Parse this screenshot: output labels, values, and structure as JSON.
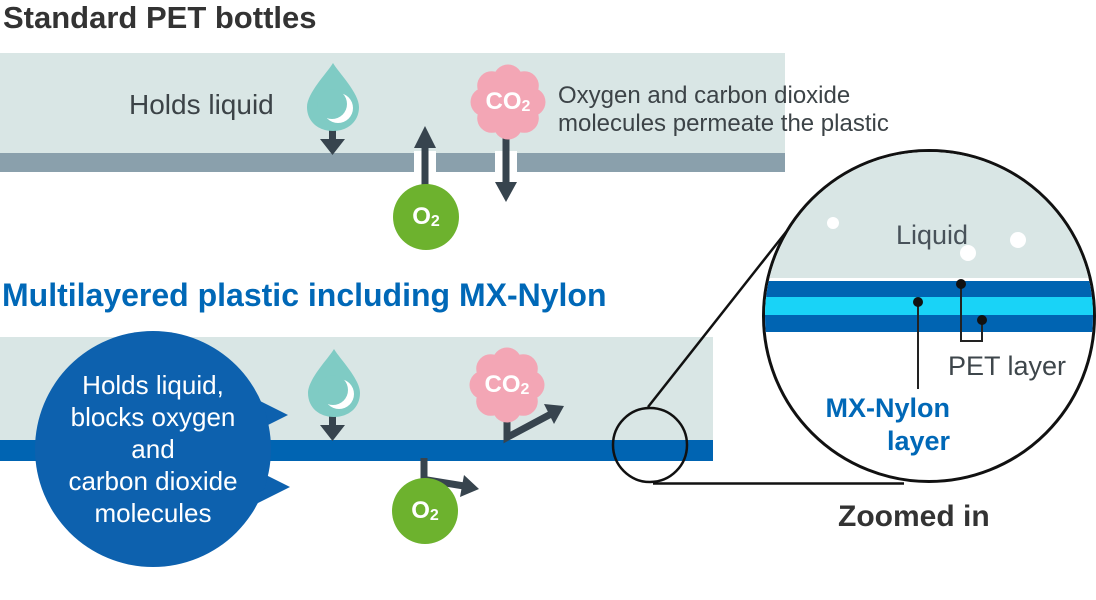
{
  "colors": {
    "panel_bg": "#d9e6e5",
    "pet_bar_gray": "#8aa0ac",
    "barrier_blue": "#0064b2",
    "mx_nylon_cyan": "#19d3f7",
    "badge_blue": "#0d61ae",
    "heading_blue": "#0068b7",
    "o2_green": "#6db22e",
    "co2_pink": "#f3a6b5",
    "droplet_teal": "#7fcbc4",
    "arrow_dark": "#37444e"
  },
  "standard": {
    "title": "Standard PET bottles",
    "holds_liquid": "Holds liquid",
    "permeate_line1": "Oxygen and carbon dioxide",
    "permeate_line2": "molecules permeate the plastic"
  },
  "multilayer": {
    "title": "Multilayered plastic including MX-Nylon",
    "badge_lines": [
      "Holds liquid,",
      "blocks oxygen",
      "and",
      "carbon dioxide",
      "molecules"
    ]
  },
  "molecules": {
    "co2": {
      "main": "CO",
      "sub": "2"
    },
    "o2": {
      "main": "O",
      "sub": "2"
    }
  },
  "zoom_view": {
    "liquid_label": "Liquid",
    "pet_layer_label": "PET layer",
    "mx_nylon_line1": "MX-Nylon",
    "mx_nylon_line2": "layer",
    "caption": "Zoomed in"
  }
}
